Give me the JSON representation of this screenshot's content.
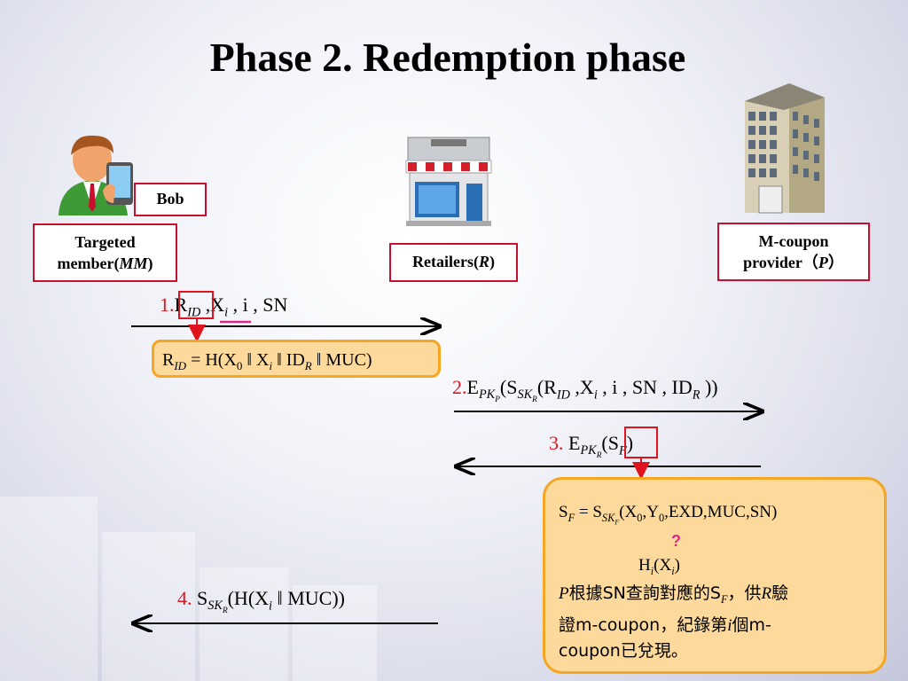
{
  "title": "Phase 2. Redemption phase",
  "entities": {
    "bob": "Bob",
    "member_line1": "Targeted",
    "member_line2": "member(",
    "member_abbr": "MM",
    "member_close": ")",
    "retailer": "Retailers(",
    "retailer_abbr": "R",
    "retailer_close": ")",
    "provider_line1": "M-coupon",
    "provider_line2": "provider（",
    "provider_abbr": "P",
    "provider_close": "）"
  },
  "messages": {
    "m1_num": "1.",
    "m2_num": "2.",
    "m3_num": "3. ",
    "m4_num": "4. ",
    "question": "?"
  },
  "note": {
    "line1": "根據SN查詢對應的S",
    "line1b": "，供",
    "line1c": "驗",
    "line2": "證m-coupon，紀錄第",
    "line2b": "個m-",
    "line3": "coupon已兌現。"
  },
  "colors": {
    "accent_red": "#e0141e",
    "box_border": "#c8102e",
    "note_fill": "#fdd99b",
    "note_border": "#f5a623",
    "magenta": "#e0288c"
  }
}
